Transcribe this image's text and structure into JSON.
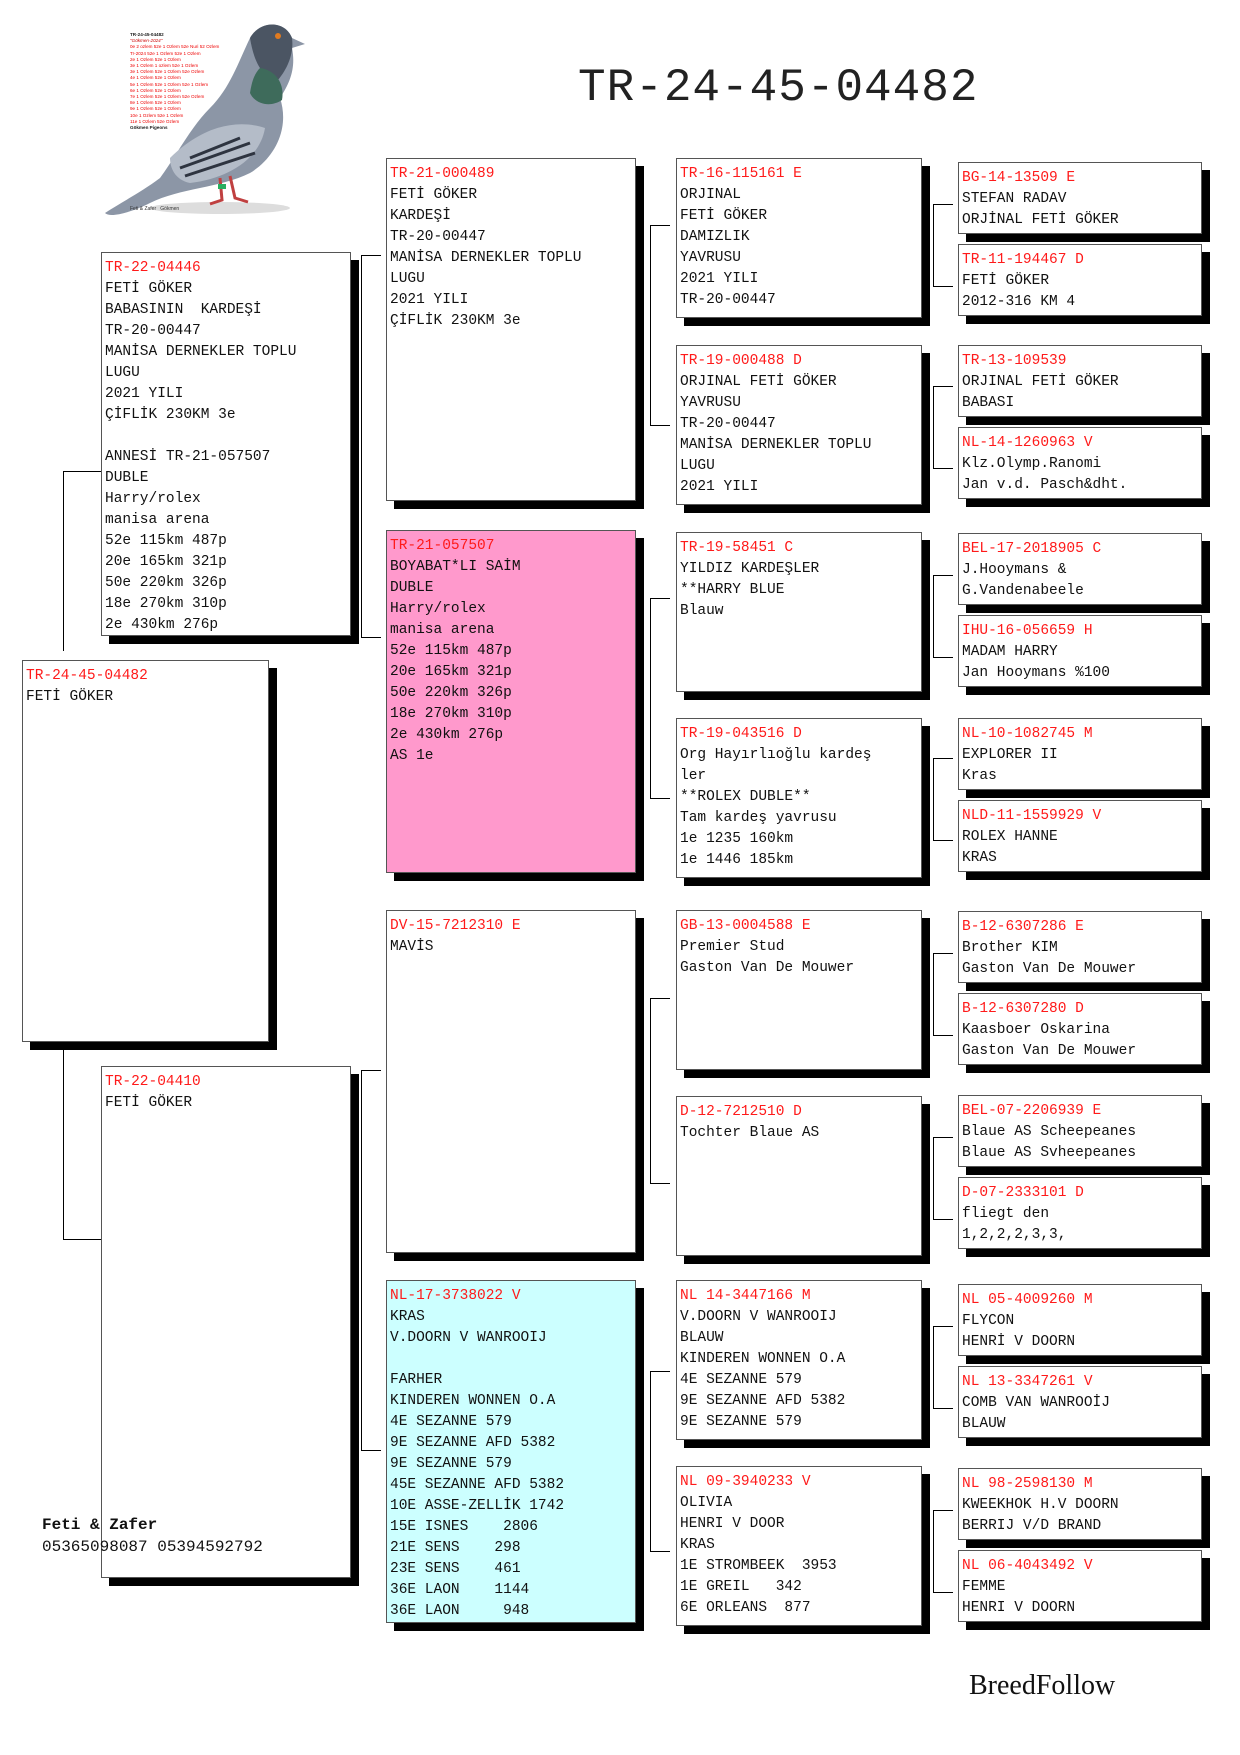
{
  "title": "TR-24-45-04482",
  "brand": "BreedFollow",
  "owner": {
    "name": "Feti & Zafer",
    "phones": "05365098087 05394592792"
  },
  "photo_caption": [
    "TR-24-45-04482",
    "\"Gökmen-2024\"",
    "0e 2 ozlem 52e 1 Ozlem 52e Nuri 52 Ozlem",
    "Tr-2024 52e 1 Ozlem 52e 1 Ozlem",
    "2e 1 Ozlem 52e 1 Ozlem",
    "3e 1 Ozlem 1 ozlem 52e 1 Ozlem",
    "3e 1 Ozlem 52e 1 Ozlem 52e Ozlem",
    "4e 1 Ozlem 52e 1 Ozlem",
    "5e 1 Ozlem 52e 1 Ozlem 52e 1 Ozlem",
    "6e 1 Ozlem 52e 1 Ozlem",
    "7e 1 Ozlem 52e 1 Ozlem 52e Ozlem",
    "8e 1 Ozlem 52e 1 Ozlem",
    "9e 1 Ozlem 52e 1 Ozlem",
    "10e 1 Ozlem 52e 1 Ozlem",
    "11e 1 Ozlem 52e Ozlem",
    "",
    "Gökmen Pigeons"
  ],
  "photo_footer": "Feti & Zafer   Gökmen",
  "boxes": {
    "subject": {
      "ring": "TR-24-45-04482",
      "lines": [
        "FETİ GÖKER"
      ]
    },
    "sire": {
      "ring": "TR-22-04446",
      "lines": [
        "FETİ GÖKER",
        "BABASININ  KARDEŞİ",
        "TR-20-00447",
        "MANİSA DERNEKLER TOPLU",
        "LUGU",
        "2021 YILI",
        "ÇİFLİK 230KM 3e",
        "",
        "ANNESİ TR-21-057507",
        "DUBLE",
        "Harry/rolex",
        "manisa arena",
        "52e 115km 487p",
        "20e 165km 321p",
        "50e 220km 326p",
        "18e 270km 310p",
        "2e 430km 276p"
      ]
    },
    "dam": {
      "ring": "TR-22-04410",
      "lines": [
        "FETİ GÖKER"
      ]
    },
    "ss": {
      "ring": "TR-21-000489",
      "lines": [
        "FETİ GÖKER",
        "KARDEŞİ",
        "TR-20-00447",
        "MANİSA DERNEKLER TOPLU",
        "LUGU",
        "2021 YILI",
        "ÇİFLİK 230KM 3e"
      ]
    },
    "sd": {
      "ring": "TR-21-057507",
      "lines": [
        "BOYABAT*LI SAİM",
        "DUBLE",
        "Harry/rolex",
        "manisa arena",
        "52e 115km 487p",
        "20e 165km 321p",
        "50e 220km 326p",
        "18e 270km 310p",
        "2e 430km 276p",
        "AS 1e"
      ]
    },
    "ds": {
      "ring": "DV-15-7212310 E",
      "lines": [
        "MAVİS"
      ]
    },
    "dd": {
      "ring": "NL-17-3738022 V",
      "lines": [
        "KRAS",
        "V.DOORN V WANROOIJ",
        "",
        "FARHER",
        "KINDEREN WONNEN O.A",
        "4E SEZANNE 579",
        "9E SEZANNE AFD 5382",
        "9E SEZANNE 579",
        "45E SEZANNE AFD 5382",
        "10E ASSE-ZELLİK 1742",
        "15E ISNES    2806",
        "21E SENS    298",
        "23E SENS    461",
        "36E LAON    1144",
        "36E LAON     948"
      ]
    },
    "sss": {
      "ring": "TR-16-115161 E",
      "lines": [
        "ORJINAL",
        "FETİ GÖKER",
        "DAMIZLIK",
        "YAVRUSU",
        "2021 YILI",
        "TR-20-00447"
      ]
    },
    "ssd": {
      "ring": "TR-19-000488 D",
      "lines": [
        "ORJINAL FETİ GÖKER",
        "YAVRUSU",
        "TR-20-00447",
        "MANİSA DERNEKLER TOPLU",
        "LUGU",
        "2021 YILI"
      ]
    },
    "sds": {
      "ring": "TR-19-58451 C",
      "lines": [
        "YILDIZ KARDEŞLER",
        "**HARRY BLUE",
        "Blauw"
      ]
    },
    "sdd": {
      "ring": "TR-19-043516 D",
      "lines": [
        "Org Hayırlıoğlu kardeş",
        "ler",
        "**ROLEX DUBLE**",
        "Tam kardeş yavrusu",
        "1e 1235 160km",
        "1e 1446 185km"
      ]
    },
    "dss": {
      "ring": "GB-13-0004588 E",
      "lines": [
        "Premier Stud",
        "Gaston Van De Mouwer"
      ]
    },
    "dsd": {
      "ring": "D-12-7212510 D",
      "lines": [
        "Tochter Blaue AS"
      ]
    },
    "dds": {
      "ring": "NL 14-3447166 M",
      "lines": [
        "V.DOORN V WANROOIJ",
        "BLAUW",
        "KINDEREN WONNEN O.A",
        "4E SEZANNE 579",
        "9E SEZANNE AFD 5382",
        "9E SEZANNE 579"
      ]
    },
    "ddd": {
      "ring": "NL 09-3940233 V",
      "lines": [
        "OLIVIA",
        "HENRI V DOOR",
        "KRAS",
        "1E STROMBEEK  3953",
        "1E GREIL   342",
        "6E ORLEANS  877"
      ]
    },
    "g1": {
      "ring": "BG-14-13509 E",
      "lines": [
        "STEFAN RADAV",
        "ORJİNAL FETİ GÖKER"
      ]
    },
    "g2": {
      "ring": "TR-11-194467 D",
      "lines": [
        "FETİ GÖKER",
        "2012-316 KM 4"
      ]
    },
    "g3": {
      "ring": "TR-13-109539",
      "lines": [
        "ORJINAL FETİ GÖKER",
        "BABASI"
      ]
    },
    "g4": {
      "ring": "NL-14-1260963 V",
      "lines": [
        "Klz.Olymp.Ranomi",
        "Jan v.d. Pasch&dht."
      ]
    },
    "g5": {
      "ring": "BEL-17-2018905 C",
      "lines": [
        "J.Hooymans &",
        "G.Vandenabeele"
      ]
    },
    "g6": {
      "ring": "IHU-16-056659 H",
      "lines": [
        "MADAM HARRY",
        "Jan Hooymans %100"
      ]
    },
    "g7": {
      "ring": "NL-10-1082745 M",
      "lines": [
        "EXPLORER II",
        "Kras"
      ]
    },
    "g8": {
      "ring": "NLD-11-1559929 V",
      "lines": [
        "ROLEX HANNE",
        "KRAS"
      ]
    },
    "g9": {
      "ring": "B-12-6307286 E",
      "lines": [
        "Brother KIM",
        "Gaston Van De Mouwer"
      ]
    },
    "g10": {
      "ring": "B-12-6307280 D",
      "lines": [
        "Kaasboer Oskarina",
        "Gaston Van De Mouwer"
      ]
    },
    "g11": {
      "ring": "BEL-07-2206939 E",
      "lines": [
        "Blaue AS Scheepeanes",
        "Blaue AS Svheepeanes"
      ]
    },
    "g12": {
      "ring": "D-07-2333101 D",
      "lines": [
        "fliegt den",
        "1,2,2,2,3,3,"
      ]
    },
    "g13": {
      "ring": "NL 05-4009260 M",
      "lines": [
        "FLYCON",
        "HENRİ V DOORN"
      ]
    },
    "g14": {
      "ring": "NL 13-3347261 V",
      "lines": [
        "COMB VAN WANROOİJ",
        "BLAUW"
      ]
    },
    "g15": {
      "ring": "NL 98-2598130 M",
      "lines": [
        "KWEEKHOK H.V DOORN",
        "BERRIJ V/D BRAND"
      ]
    },
    "g16": {
      "ring": "NL 06-4043492 V",
      "lines": [
        "FEMME",
        "HENRI V DOORN"
      ]
    }
  },
  "colors": {
    "ring_text": "#ff1a1a",
    "sd_background": "#ff99cc",
    "dd_background": "#ccffff",
    "box_shadow": "#000000"
  }
}
